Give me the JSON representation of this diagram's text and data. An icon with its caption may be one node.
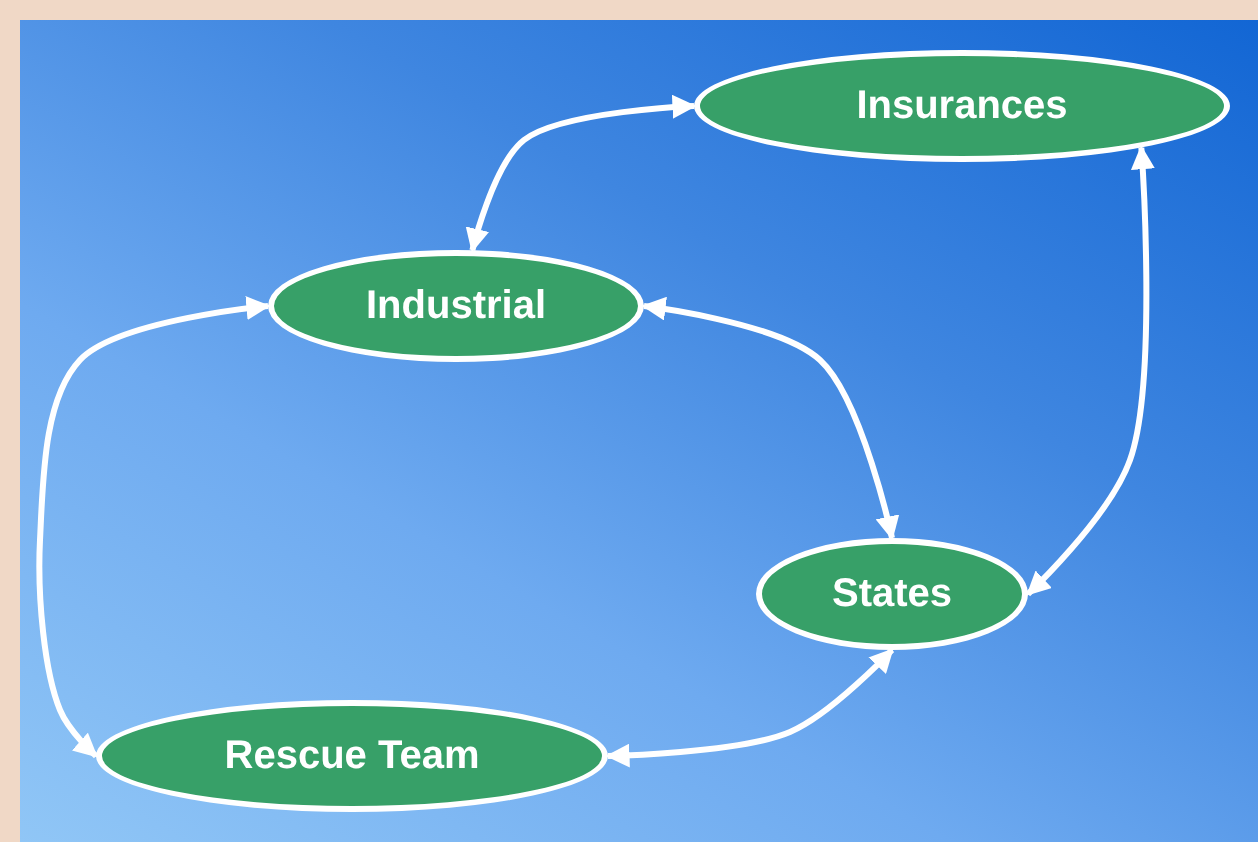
{
  "diagram": {
    "nodes": [
      {
        "text": [
          "Insurances"
        ]
      },
      {
        "text": [
          "Industrial"
        ]
      },
      {
        "text": [
          "States"
        ]
      },
      {
        "text": [
          "Rescue Team"
        ]
      }
    ],
    "edges": [
      {
        "from": 1,
        "to": 0,
        "arrow": "both"
      },
      {
        "from": 1,
        "to": 2,
        "arrow": "both"
      },
      {
        "from": 0,
        "to": 2,
        "arrow": "both"
      },
      {
        "from": 1,
        "to": 3,
        "arrow": "both"
      },
      {
        "from": 3,
        "to": 2,
        "arrow": "both"
      }
    ]
  }
}
